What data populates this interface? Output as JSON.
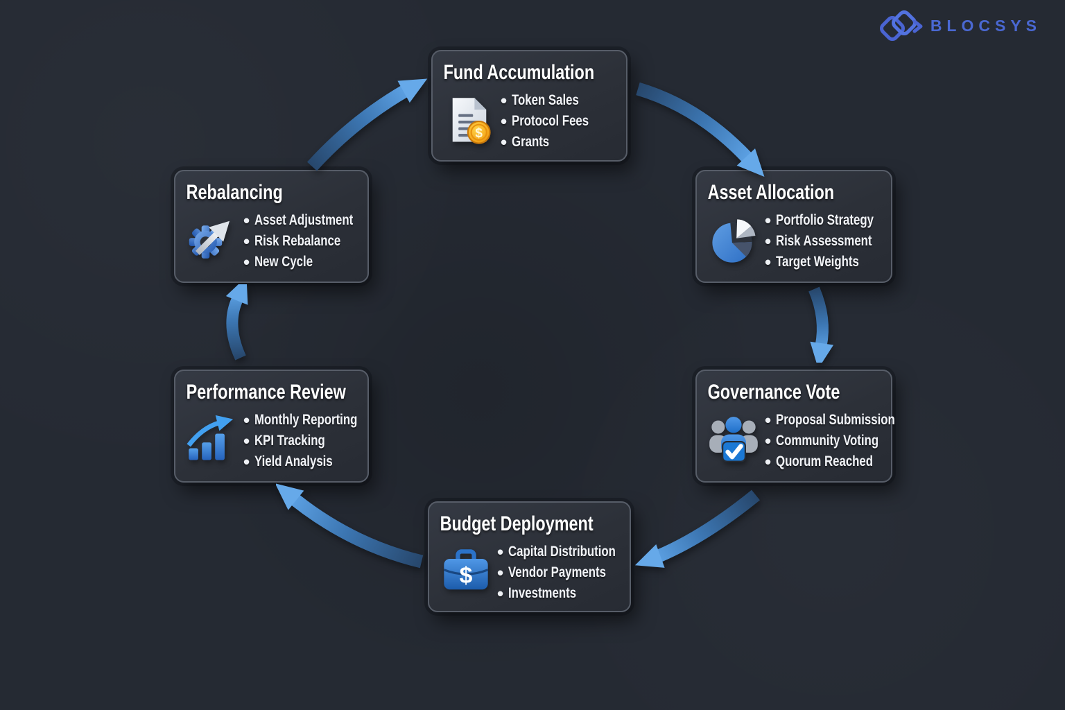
{
  "brand": {
    "name": "BLOCSYS",
    "logo_icon": "interlocked-diamonds-icon",
    "color": "#4a68d2"
  },
  "diagram": {
    "type": "circular-flow",
    "direction": "clockwise"
  },
  "nodes": [
    {
      "id": "fund-accumulation",
      "title": "Fund Accumulation",
      "icon": "document-coin-icon",
      "items": [
        "Token Sales",
        "Protocol Fees",
        "Grants"
      ]
    },
    {
      "id": "asset-allocation",
      "title": "Asset Allocation",
      "icon": "pie-chart-icon",
      "items": [
        "Portfolio Strategy",
        "Risk Assessment",
        "Target Weights"
      ]
    },
    {
      "id": "governance-vote",
      "title": "Governance Vote",
      "icon": "people-vote-icon",
      "items": [
        "Proposal Submission",
        "Community Voting",
        "Quorum Reached"
      ]
    },
    {
      "id": "budget-deployment",
      "title": "Budget Deployment",
      "icon": "briefcase-dollar-icon",
      "items": [
        "Capital Distribution",
        "Vendor Payments",
        "Investments"
      ]
    },
    {
      "id": "performance-review",
      "title": "Performance Review",
      "icon": "bar-chart-arrow-icon",
      "items": [
        "Monthly Reporting",
        "KPI Tracking",
        "Yield Analysis"
      ]
    },
    {
      "id": "rebalancing",
      "title": "Rebalancing",
      "icon": "gear-arrow-icon",
      "items": [
        "Asset Adjustment",
        "Risk Rebalance",
        "New Cycle"
      ]
    }
  ],
  "arrows": [
    {
      "from": "rebalancing",
      "to": "fund-accumulation"
    },
    {
      "from": "fund-accumulation",
      "to": "asset-allocation"
    },
    {
      "from": "asset-allocation",
      "to": "governance-vote"
    },
    {
      "from": "governance-vote",
      "to": "budget-deployment"
    },
    {
      "from": "budget-deployment",
      "to": "performance-review"
    },
    {
      "from": "performance-review",
      "to": "rebalancing"
    }
  ],
  "colors": {
    "background": "#252a33",
    "card_bg": "#2d323b",
    "card_border": "#575d68",
    "title_text": "#ffffff",
    "bullet_text": "#f1f3f7",
    "arrow_tail": "#27476c",
    "arrow_head": "#61a5e7",
    "accent_blue": "#3f87d8",
    "coin_gold": "#f3a619",
    "brand_blue": "#4a68d2"
  }
}
